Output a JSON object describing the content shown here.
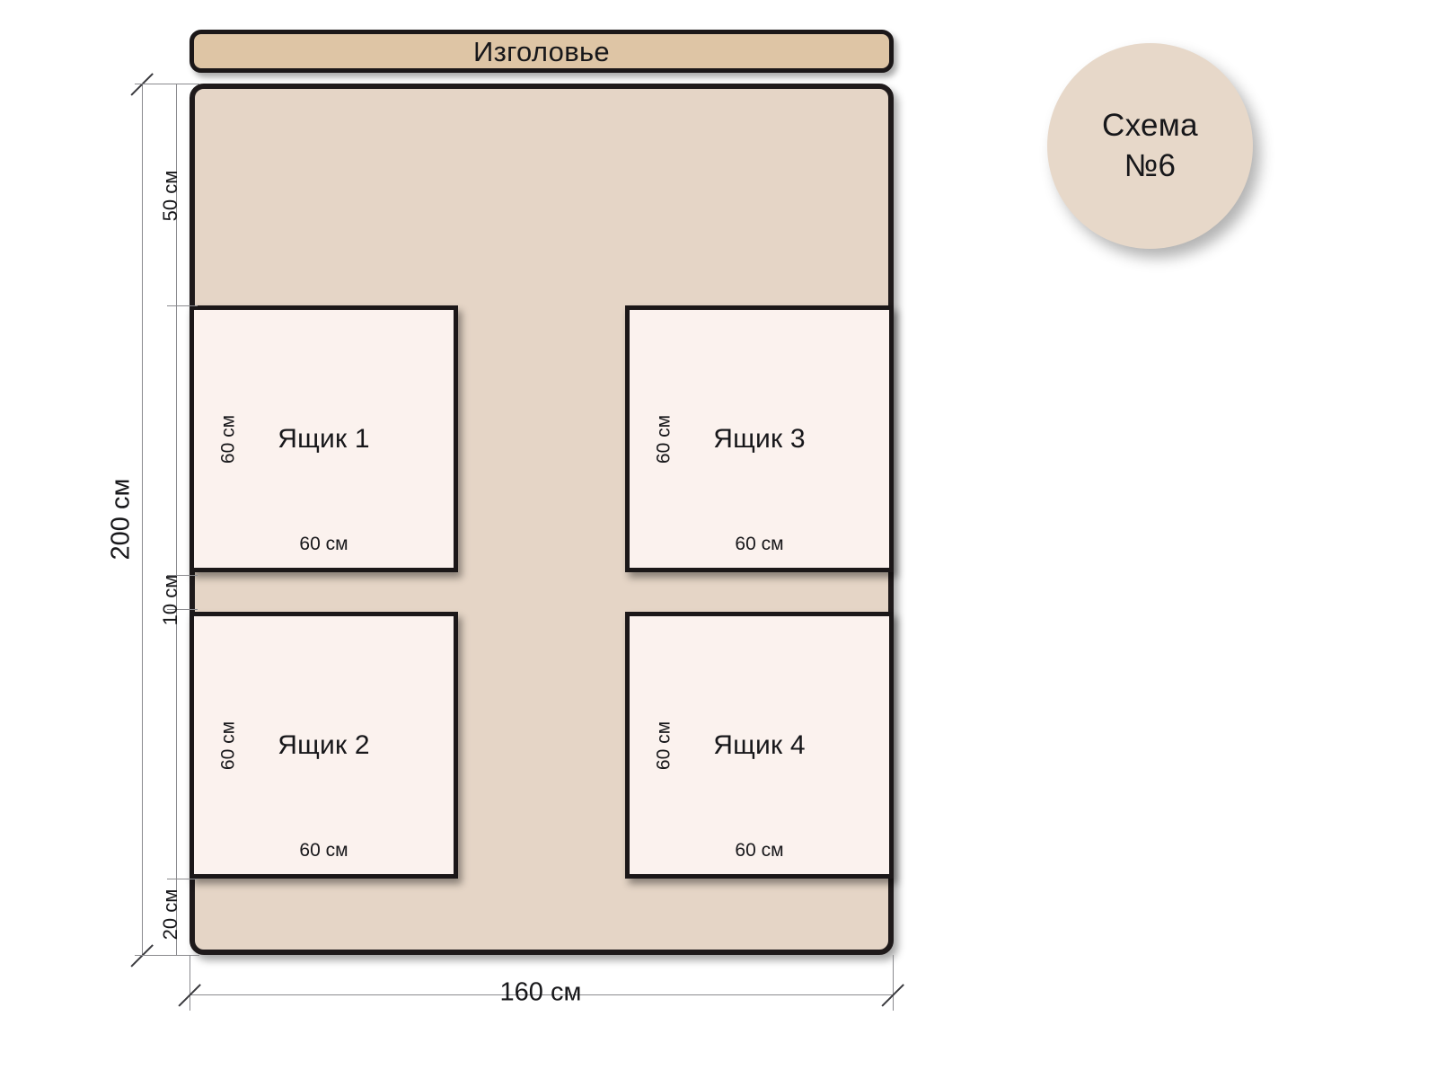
{
  "scheme": {
    "badge_line1": "Схема",
    "badge_line2": "№6",
    "badge_color": "#E7D8C9"
  },
  "bed": {
    "headboard_label": "Изголовье",
    "headboard_color": "#DEC5A5",
    "body_color": "#E5D5C6",
    "outline_color": "#1b1718",
    "total_height_label": "200 см",
    "total_width_label": "160 см",
    "top_gap_label": "50 см",
    "middle_gap_label": "10 см",
    "bottom_gap_label": "20 см"
  },
  "drawers": [
    {
      "title": "Ящик 1",
      "width_label": "60 см",
      "height_label": "60 см",
      "fill_color": "#FBF2EE"
    },
    {
      "title": "Ящик 2",
      "width_label": "60 см",
      "height_label": "60 см",
      "fill_color": "#FBF2EE"
    },
    {
      "title": "Ящик 3",
      "width_label": "60 см",
      "height_label": "60 см",
      "fill_color": "#FBF2EE"
    },
    {
      "title": "Ящик 4",
      "width_label": "60 см",
      "height_label": "60 см",
      "fill_color": "#FBF2EE"
    }
  ]
}
